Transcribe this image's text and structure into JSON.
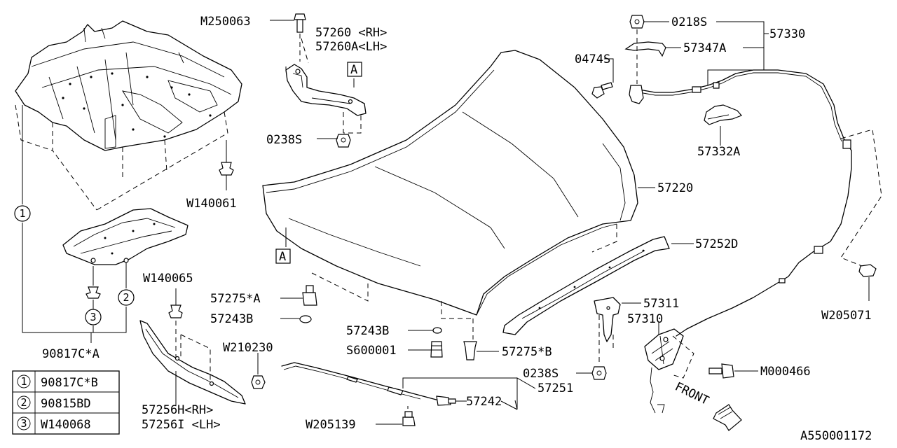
{
  "diagram_id": "A550001172",
  "parts": {
    "p_m250063": "M250063",
    "p_57260_rh": "57260 <RH>",
    "p_57260a_lh": "57260A<LH>",
    "p_0238s_top": "0238S",
    "p_w140061": "W140061",
    "p_90817c_a": "90817C*A",
    "p_w140065": "W140065",
    "p_57275_a": "57275*A",
    "p_57243b_left": "57243B",
    "p_57243b_mid": "57243B",
    "p_s600001": "S600001",
    "p_57275_b": "57275*B",
    "p_w210230": "W210230",
    "p_57256h_rh": "57256H<RH>",
    "p_57256i_lh": "57256I <LH>",
    "p_w205139": "W205139",
    "p_57242": "57242",
    "p_57251": "57251",
    "p_0238s_bottom": "0238S",
    "p_57311": "57311",
    "p_57310": "57310",
    "p_m000466": "M000466",
    "p_57220": "57220",
    "p_57252d": "57252D",
    "p_0218s": "0218S",
    "p_57330": "57330",
    "p_0474s": "0474S",
    "p_57347a": "57347A",
    "p_57332a": "57332A",
    "p_w205071": "W205071"
  },
  "refs": {
    "a_top": "A",
    "a_hood": "A"
  },
  "front_label": "FRONT",
  "callouts": {
    "c1": "1",
    "c2": "2",
    "c3": "3"
  },
  "legend": [
    {
      "num": "1",
      "code": "90817C*B"
    },
    {
      "num": "2",
      "code": "90815BD"
    },
    {
      "num": "3",
      "code": "W140068"
    }
  ]
}
